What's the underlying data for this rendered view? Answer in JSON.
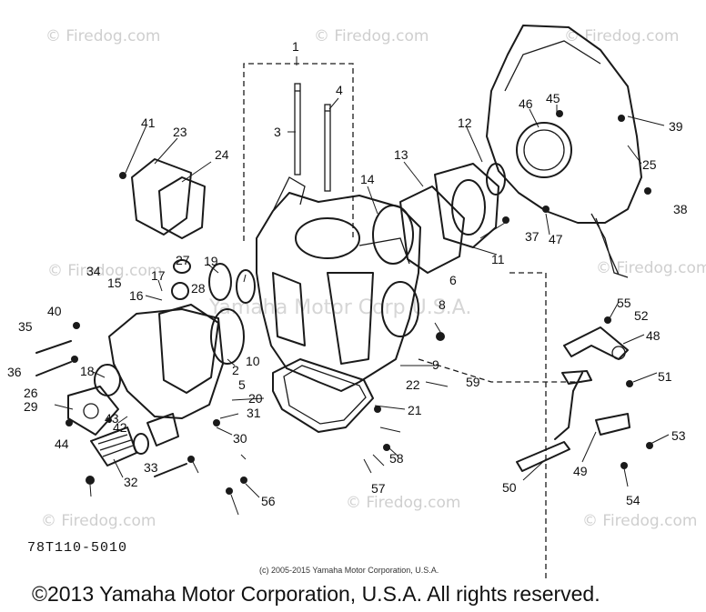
{
  "watermark": "© Firedog.com",
  "overlay_text": "Yamaha Motor Corp U.S.A.",
  "diagram_code": "78T110-5010",
  "source_line": "(c) 2005-2015 Yamaha Motor Corporation, U.S.A.",
  "copyright": "©2013 Yamaha Motor Corporation, U.S.A. All rights reserved.",
  "callouts": [
    "1",
    "2",
    "3",
    "4",
    "5",
    "6",
    "8",
    "9",
    "10",
    "11",
    "12",
    "13",
    "14",
    "15",
    "16",
    "17",
    "18",
    "19",
    "20",
    "21",
    "22",
    "23",
    "24",
    "25",
    "26",
    "27",
    "28",
    "29",
    "30",
    "31",
    "32",
    "33",
    "34",
    "35",
    "36",
    "37",
    "38",
    "39",
    "40",
    "41",
    "42",
    "43",
    "44",
    "45",
    "46",
    "47",
    "48",
    "49",
    "50",
    "51",
    "52",
    "53",
    "54",
    "55",
    "56",
    "57",
    "58",
    "59"
  ],
  "colors": {
    "ink": "#1a1a1a",
    "watermark": "#cfcfcf",
    "background": "#ffffff"
  }
}
